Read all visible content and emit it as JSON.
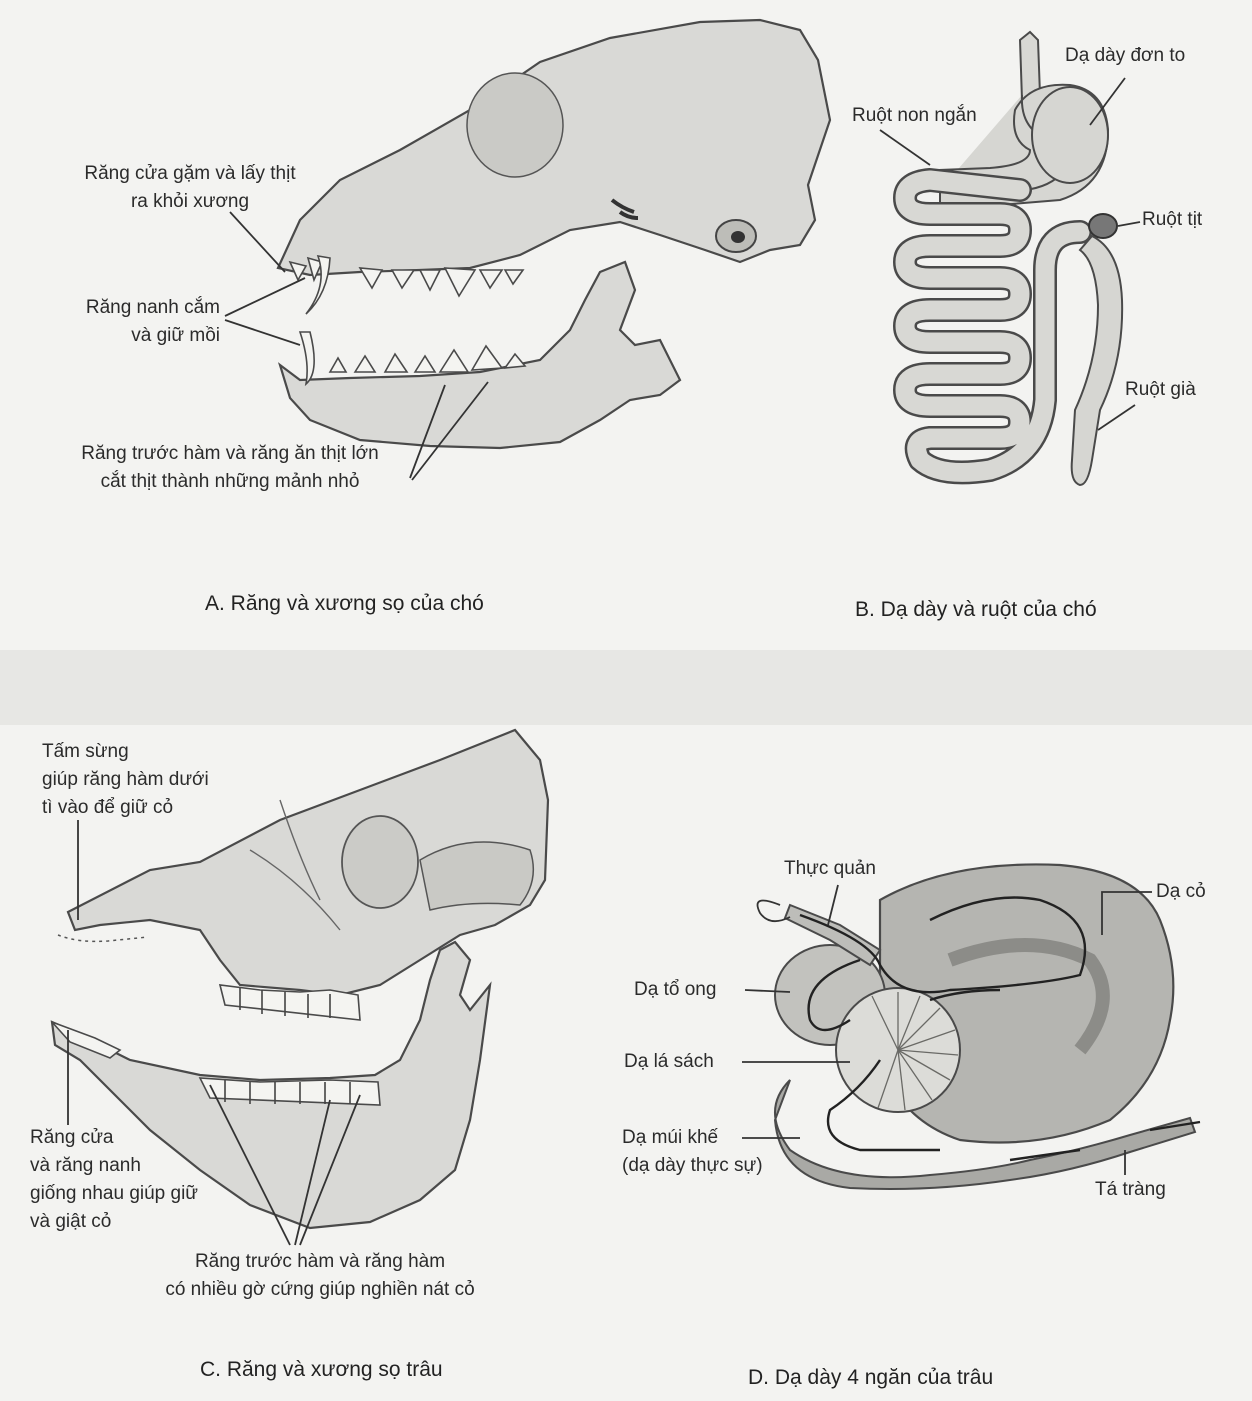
{
  "panel_a": {
    "label_incisors": [
      "Răng cửa gặm và lấy thịt",
      "ra khỏi xương"
    ],
    "label_canines": [
      "Răng nanh cắm",
      "và giữ mồi"
    ],
    "label_premolars": [
      "Răng trước hàm và răng ăn thịt lớn",
      "cắt thịt thành những mảnh nhỏ"
    ],
    "caption": "A. Răng và xương sọ của chó"
  },
  "panel_b": {
    "label_stomach": "Dạ dày đơn to",
    "label_small_intestine": "Ruột non ngắn",
    "label_cecum": "Ruột tịt",
    "label_large_intestine": "Ruột già",
    "caption": "B. Dạ dày và ruột của chó"
  },
  "panel_c": {
    "label_horn_pad": [
      "Tấm sừng",
      "giúp răng hàm dưới",
      "tì vào để giữ cỏ"
    ],
    "label_incisors": [
      "Răng cửa",
      "và răng nanh",
      "giống nhau giúp giữ",
      "và giật cỏ"
    ],
    "label_molars": [
      "Răng trước hàm và răng hàm",
      "có nhiều gờ cứng giúp nghiền nát cỏ"
    ],
    "caption": "C. Răng và xương sọ trâu"
  },
  "panel_d": {
    "label_esophagus": "Thực quản",
    "label_rumen": "Dạ cỏ",
    "label_reticulum": "Dạ tổ ong",
    "label_omasum": "Dạ lá sách",
    "label_abomasum": [
      "Dạ múi khế",
      "(dạ dày thực sự)"
    ],
    "label_duodenum": "Tá tràng",
    "caption": "D. Dạ dày 4 ngăn của trâu"
  }
}
